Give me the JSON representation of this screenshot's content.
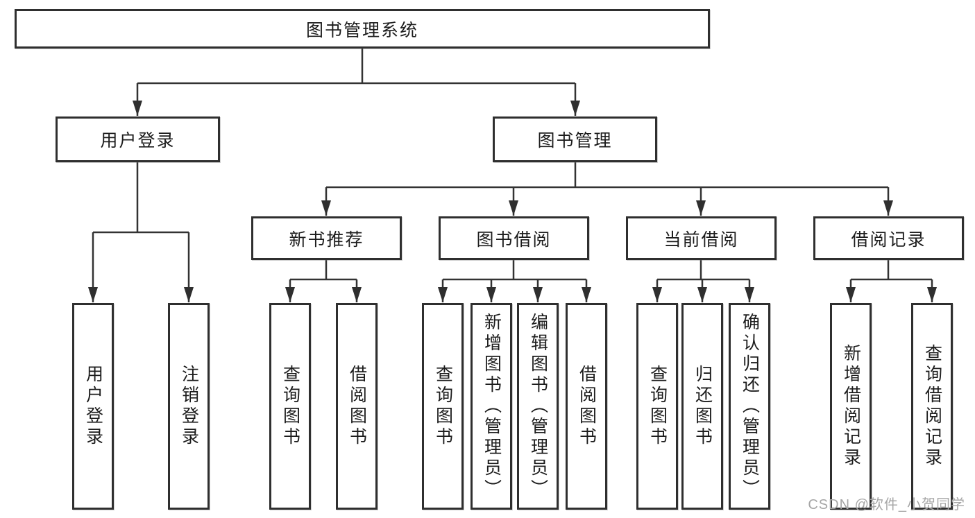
{
  "colors": {
    "line": "#333333",
    "box_border": "#2f2f2f",
    "text": "#1c1c1c",
    "watermark": "#a6a6a6",
    "background": "#ffffff"
  },
  "tree": {
    "root": {
      "label": "图书管理系统"
    },
    "branches": [
      {
        "label": "用户登录",
        "children": [
          {
            "label": "用户登录"
          },
          {
            "label": "注销登录"
          }
        ]
      },
      {
        "label": "图书管理",
        "children": [
          {
            "label": "新书推荐",
            "children": [
              {
                "label": "查询图书"
              },
              {
                "label": "借阅图书"
              }
            ]
          },
          {
            "label": "图书借阅",
            "children": [
              {
                "label": "查询图书"
              },
              {
                "label": "新增图书（管理员）"
              },
              {
                "label": "编辑图书（管理员）"
              },
              {
                "label": "借阅图书"
              }
            ]
          },
          {
            "label": "当前借阅",
            "children": [
              {
                "label": "查询图书"
              },
              {
                "label": "归还图书"
              },
              {
                "label": "确认归还（管理员）"
              }
            ]
          },
          {
            "label": "借阅记录",
            "children": [
              {
                "label": "新增借阅记录"
              },
              {
                "label": "查询借阅记录"
              }
            ]
          }
        ]
      }
    ]
  },
  "watermark": {
    "text": "CSDN @软件_小贺同学"
  }
}
